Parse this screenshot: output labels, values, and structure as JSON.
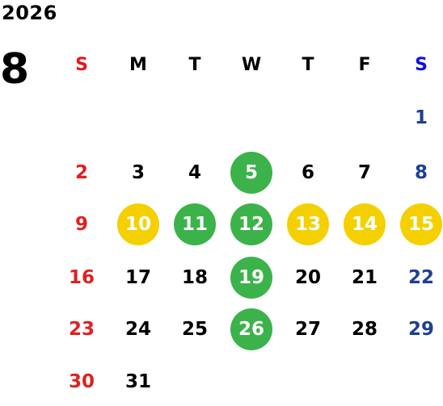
{
  "calendar": {
    "year": "2026",
    "month": "8",
    "weekdays": [
      "S",
      "M",
      "T",
      "W",
      "T",
      "F",
      "S"
    ],
    "weeks": [
      [
        {
          "day": "",
          "mark": ""
        },
        {
          "day": "",
          "mark": ""
        },
        {
          "day": "",
          "mark": ""
        },
        {
          "day": "",
          "mark": ""
        },
        {
          "day": "",
          "mark": ""
        },
        {
          "day": "",
          "mark": ""
        },
        {
          "day": "1",
          "mark": ""
        }
      ],
      [
        {
          "day": "2",
          "mark": ""
        },
        {
          "day": "3",
          "mark": ""
        },
        {
          "day": "4",
          "mark": ""
        },
        {
          "day": "5",
          "mark": "green"
        },
        {
          "day": "6",
          "mark": ""
        },
        {
          "day": "7",
          "mark": ""
        },
        {
          "day": "8",
          "mark": ""
        }
      ],
      [
        {
          "day": "9",
          "mark": ""
        },
        {
          "day": "10",
          "mark": "yellow"
        },
        {
          "day": "11",
          "mark": "green"
        },
        {
          "day": "12",
          "mark": "green"
        },
        {
          "day": "13",
          "mark": "yellow"
        },
        {
          "day": "14",
          "mark": "yellow"
        },
        {
          "day": "15",
          "mark": "yellow"
        }
      ],
      [
        {
          "day": "16",
          "mark": ""
        },
        {
          "day": "17",
          "mark": ""
        },
        {
          "day": "18",
          "mark": ""
        },
        {
          "day": "19",
          "mark": "green"
        },
        {
          "day": "20",
          "mark": ""
        },
        {
          "day": "21",
          "mark": ""
        },
        {
          "day": "22",
          "mark": ""
        }
      ],
      [
        {
          "day": "23",
          "mark": ""
        },
        {
          "day": "24",
          "mark": ""
        },
        {
          "day": "25",
          "mark": ""
        },
        {
          "day": "26",
          "mark": "green"
        },
        {
          "day": "27",
          "mark": ""
        },
        {
          "day": "28",
          "mark": ""
        },
        {
          "day": "29",
          "mark": ""
        }
      ],
      [
        {
          "day": "30",
          "mark": ""
        },
        {
          "day": "31",
          "mark": ""
        },
        {
          "day": "",
          "mark": ""
        },
        {
          "day": "",
          "mark": ""
        },
        {
          "day": "",
          "mark": ""
        },
        {
          "day": "",
          "mark": ""
        },
        {
          "day": "",
          "mark": ""
        }
      ]
    ]
  },
  "colors": {
    "weekday_text": "#000000",
    "sunday_header": "#e8141c",
    "saturday_header": "#1010e0",
    "sunday_date": "#e02020",
    "saturday_date": "#1f3f93",
    "highlight_green": "#3bb34a",
    "highlight_yellow": "#f5d000",
    "highlight_text": "#ffffff"
  }
}
